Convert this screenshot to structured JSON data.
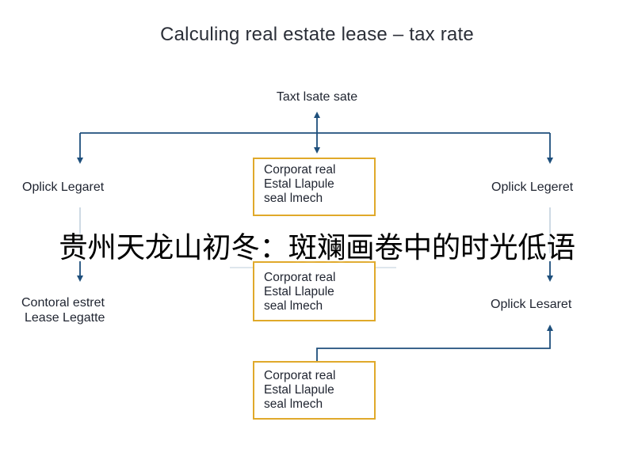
{
  "title": "Calculing real estate lease – tax rate",
  "top_node": "Taxt lsate sate",
  "left_nodes": {
    "upper": "Oplick Legaret",
    "lower_line1": "Contoral estret",
    "lower_line2": "Lease Legatte"
  },
  "right_nodes": {
    "upper": "Oplick Legeret",
    "lower": "Oplick Lesaret"
  },
  "boxes": [
    {
      "line1": "Corporat real",
      "line2": "Estal Llapule",
      "line3": "seal lmech"
    },
    {
      "line1": "Corporat real",
      "line2": "Estal Llapule",
      "line3": "seal lmech"
    },
    {
      "line1": "Corporat real",
      "line2": "Estal Llapule",
      "line3": "seal lmech"
    }
  ],
  "overlay_text": "贵州天龙山初冬：斑斓画卷中的时光低语",
  "colors": {
    "line": "#1e4f7c",
    "box_border": "#e0a92a",
    "faint_line": "#c9d6e2"
  }
}
